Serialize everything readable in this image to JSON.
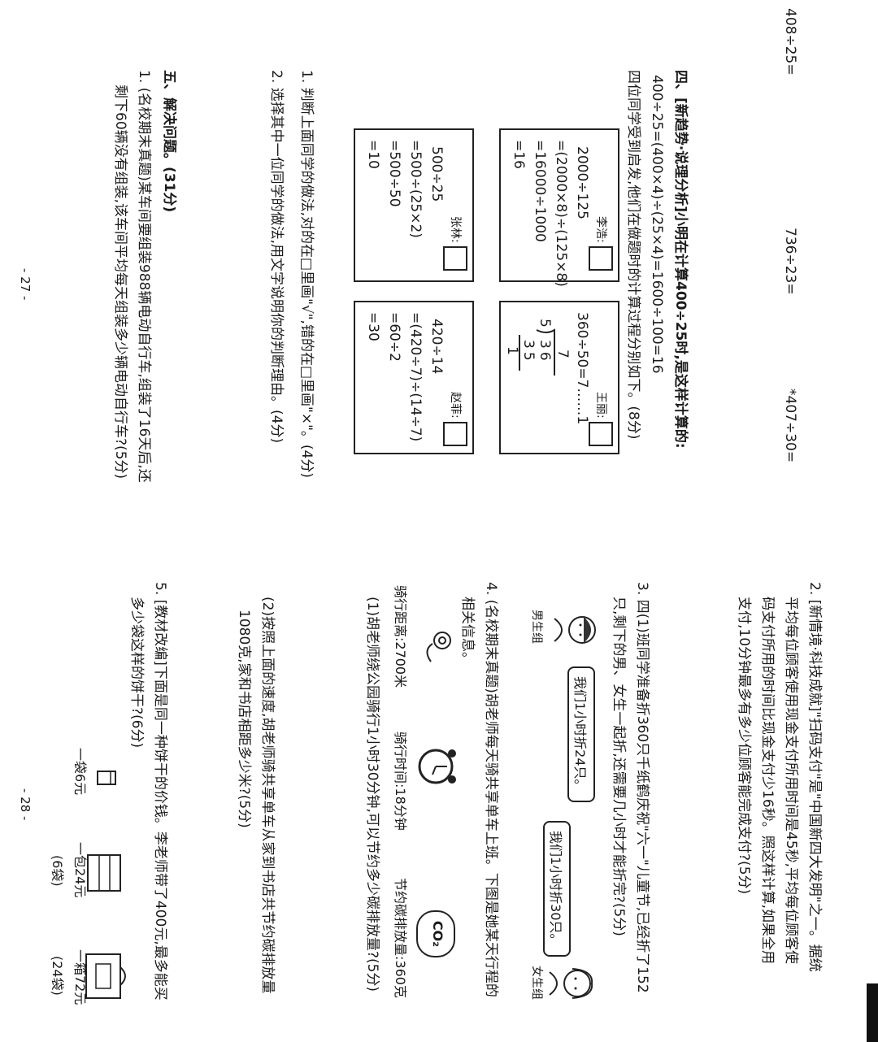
{
  "page27": {
    "top_items": [
      "408÷25=",
      "736÷23=",
      "*407÷30="
    ],
    "section4": {
      "heading": "四、[新趋势·说理分析]小明在计算400÷25时,是这样计算的:",
      "formula": "400÷25=(400×4)÷(25×4)=1600÷100=16",
      "intro": "四位同学受到启发,他们在做题时的计算过程分别如下。(8分)",
      "students": [
        {
          "name": "李浩:",
          "lines": [
            "2000÷125",
            "=(2000×8)÷(125×8)",
            "=16000÷1000",
            "=16"
          ]
        },
        {
          "name": "王丽:",
          "lines": [
            "360÷50=7……1"
          ],
          "division": {
            "quotient": "7",
            "divisor": "5",
            "dividend": "36",
            "product": "35",
            "remainder": "1"
          }
        },
        {
          "name": "张林:",
          "lines": [
            "500÷25",
            "=500÷(25×2)",
            "=500÷50",
            "=10"
          ]
        },
        {
          "name": "赵菲:",
          "lines": [
            "420÷14",
            "=(420÷7)÷(14÷7)",
            "=60÷2",
            "=30"
          ]
        }
      ],
      "q1": "1. 判断上面同学的做法,对的在□里画\"√\",错的在□里画\"×\"。(4分)",
      "q2": "2. 选择其中一位同学的做法,用文字说明你的判断理由。(4分)"
    },
    "section5": {
      "heading": "五、解决问题。(31分)",
      "q1_line1": "1. (名校期末真题)某车间要组装988辆电动自行车,组装了16天后,还",
      "q1_line2": "剩下60辆没有组装,该车间平均每天组装多少辆电动自行车?(5分)"
    },
    "page_number": "- 27 -"
  },
  "page28": {
    "q2_line1": "2. [新情境·科技成就]\"扫码支付\"是\"中国新四大发明\"之一。据统",
    "q2_line2": "平均每位顾客使用现金支付所用时间是45秒,平均每位顾客使",
    "q2_line3": "码支付所用的时间比现金支付少16秒。照这样计算,如果全用",
    "q2_line4": "支付,10分钟最多有多少位顾客能完成支付?(5分)",
    "q3_line1": "3. 四(1)班同学准备折360只千纸鹤庆祝\"六一\"儿童节,已经折了152",
    "q3_line2": "只,剩下的男、女生一起折,还需要几小时才能折完?(5分)",
    "boy_group": "男生组",
    "girl_group": "女生组",
    "bubble_boy": "我们1小时折24只。",
    "bubble_girl": "我们1小时折30只。",
    "q4_line1": "4. (名校期末真题)胡老师每天骑共享单车上班。下图是她某天行程的",
    "q4_line2": "相关信息。",
    "info_distance": "骑行距离:2700米",
    "info_time": "骑行时间:18分钟",
    "info_carbon": "节约碳排放量:360克",
    "co2_label": "CO₂",
    "q4_1": "(1)胡老师绕公园骑行1小时30分钟,可以节约多少碳排放量?(5分)",
    "q4_2_line1": "(2)按照上面的速度,胡老师骑共享单车从家到书店共节约碳排放量",
    "q4_2_line2": "1080克,家和书店相距多少米?(5分)",
    "q5_line1": "5. [教材改编]下面是同一种饼干的价钱。李老师带了400元,最多能买",
    "q5_line2": "多少袋这样的饼干?(6分)",
    "price_bag": "一袋6元",
    "price_pack": "一包24元",
    "price_pack_note": "(6袋)",
    "price_box": "一箱72元",
    "price_box_note": "(24袋)",
    "page_number": "- 28 -"
  }
}
